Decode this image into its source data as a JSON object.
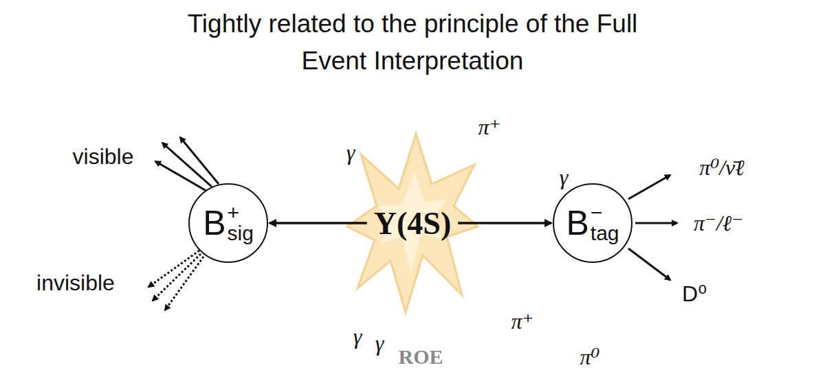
{
  "diagram": {
    "title": "Tightly related to the principle of the Full Event Interpretation",
    "nodes": [
      {
        "text": [
          "B",
          "+",
          "sig"
        ]
      },
      {
        "text": [
          "Υ(4S)"
        ]
      },
      {
        "text": [
          "B",
          "−",
          "tag"
        ]
      }
    ],
    "edges": [
      {
        "from": 1,
        "to": 0,
        "arrow": "to"
      },
      {
        "from": 1,
        "to": 2,
        "arrow": "to"
      }
    ],
    "labels": [
      "visible",
      "invisible",
      "π⁰/ν̄ℓ",
      "π⁻/ℓ⁻",
      "D⁰",
      "γ",
      "π⁺",
      "γ",
      "π⁺",
      "γ",
      "γ",
      "π⁰",
      "ROE"
    ]
  }
}
